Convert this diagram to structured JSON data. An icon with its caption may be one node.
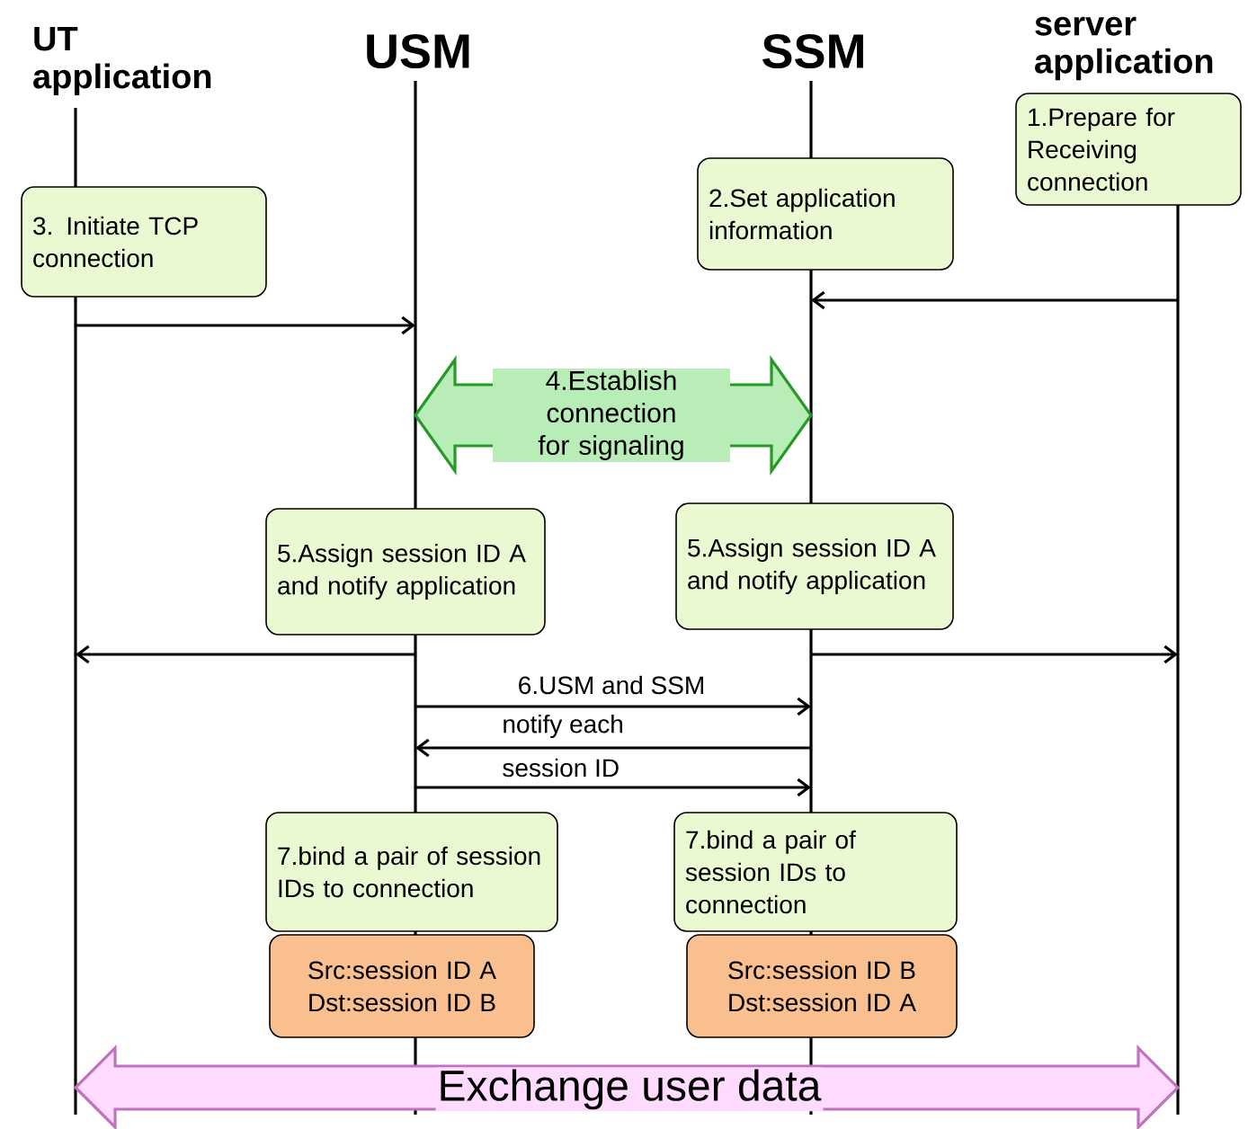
{
  "diagram": {
    "nodes": [
      {
        "text": [
          "UT application"
        ]
      },
      {
        "text": [
          "USM"
        ]
      },
      {
        "text": [
          "SSM"
        ]
      },
      {
        "text": [
          "server application"
        ]
      },
      {
        "text": [
          "1.Prepare for Receiving connection"
        ]
      },
      {
        "text": [
          "2.Set application information"
        ]
      },
      {
        "text": [
          "3. Initiate TCP connection"
        ]
      },
      {
        "text": [
          "5.Assign session ID A and notify application"
        ]
      },
      {
        "text": [
          "5.Assign session ID A and notify application"
        ]
      },
      {
        "text": [
          "7.bind a pair of session IDs to connection"
        ]
      },
      {
        "text": [
          "7.bind a pair of session IDs to connection"
        ]
      },
      {
        "text": [
          "Src:session ID A Dst:session ID B"
        ]
      },
      {
        "text": [
          "Src:session ID B Dst:session ID A"
        ]
      }
    ],
    "edges": [
      {
        "from": 3,
        "to": 2,
        "arrow": "to"
      },
      {
        "from": 0,
        "to": 1,
        "arrow": "to"
      },
      {
        "from": 1,
        "to": 2,
        "arrow": "both",
        "label": "4.Establish connection for signaling",
        "style": "thick",
        "color": "#33cc33"
      },
      {
        "from": 1,
        "to": 0,
        "arrow": "to"
      },
      {
        "from": 2,
        "to": 3,
        "arrow": "to"
      },
      {
        "from": 1,
        "to": 2,
        "arrow": "to",
        "label": "6.USM and SSM"
      },
      {
        "from": 2,
        "to": 1,
        "arrow": "to",
        "label": "notify each"
      },
      {
        "from": 1,
        "to": 2,
        "arrow": "to",
        "label": "session ID"
      },
      {
        "from": 0,
        "to": 3,
        "arrow": "both",
        "label": "Exchange user data",
        "style": "thick",
        "color": "#ff99ff"
      }
    ]
  }
}
